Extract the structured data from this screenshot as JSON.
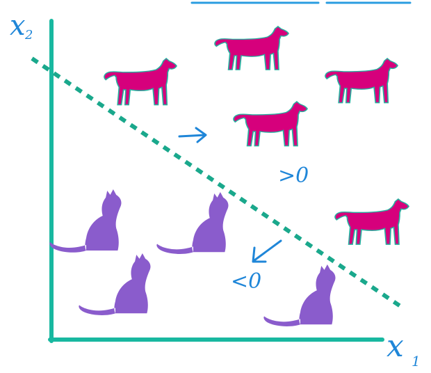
{
  "labels": {
    "x_axis": "x",
    "x_axis_sub": "1",
    "y_axis": "x",
    "y_axis_sub": "2",
    "positive_side": ">0",
    "negative_side": "<0"
  },
  "colors": {
    "axis": "#18b8a0",
    "boundary": "#1aa88c",
    "dog": "#d6007c",
    "dog_outline": "#28b0a0",
    "cat": "#8a5ccc",
    "ink": "#1f86d8",
    "top_strokes": "#2a9de0"
  },
  "dogs": [
    {
      "name": "dog-1"
    },
    {
      "name": "dog-2"
    },
    {
      "name": "dog-3"
    },
    {
      "name": "dog-4"
    },
    {
      "name": "dog-5"
    }
  ],
  "cats": [
    {
      "name": "cat-1"
    },
    {
      "name": "cat-2"
    },
    {
      "name": "cat-3"
    },
    {
      "name": "cat-4"
    }
  ]
}
